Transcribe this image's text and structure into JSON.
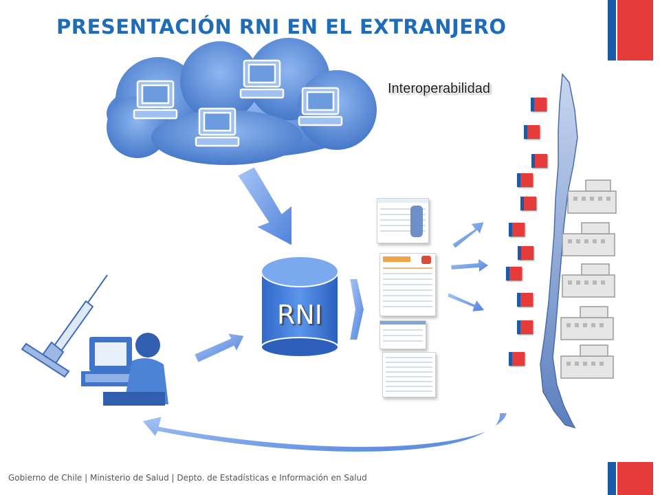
{
  "slide": {
    "title": "PRESENTACIÓN RNI EN EL EXTRANJERO",
    "interop_label": "Interoperabilidad",
    "db_label": "RNI",
    "footer": "Gobierno de Chile | Ministerio de Salud | Depto. de Estadísticas e Información en Salud"
  },
  "colors": {
    "title": "#1f6db8",
    "flag_blue": "#1a5aa8",
    "flag_red": "#e63b3b",
    "cloud": "#4f86d8",
    "arrow": "#6a9ae6",
    "map": "#6f8fc8"
  },
  "icons": [
    "cloud-icon",
    "computer-icon",
    "database-icon",
    "syringe-icon",
    "nurse-icon",
    "report-icon",
    "logo-icon",
    "map-icon",
    "hospital-icon",
    "arrow-icon"
  ]
}
